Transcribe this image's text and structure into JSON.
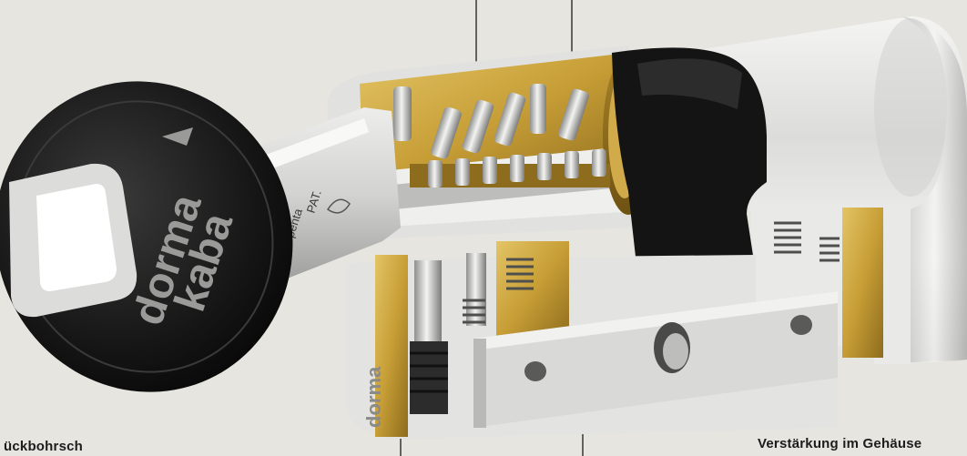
{
  "key": {
    "brand_line1": "dorma",
    "brand_line2": "kaba",
    "blade_text_line1": "penta",
    "blade_text_line2": "PAT."
  },
  "cylinder": {
    "body_label": "dorma"
  },
  "captions": {
    "bottom_left": "ückbohrsch",
    "bottom_right": "Verstärkung im Gehäuse"
  },
  "colors": {
    "background": "#e6e5e0",
    "brass": "#c9a340",
    "nickel": "#d8d8d6",
    "key_head": "#1b1b1b",
    "cam": "#161616"
  }
}
